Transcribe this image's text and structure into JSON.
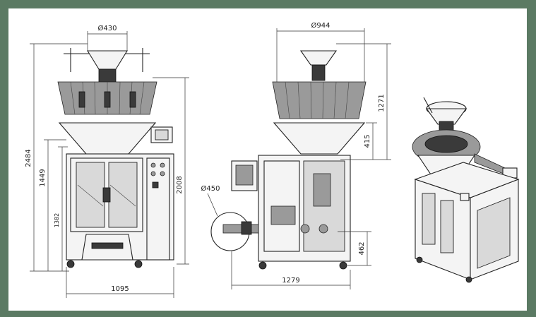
{
  "drawing": {
    "front_view": {
      "dims": {
        "top_diameter": "Ø430",
        "total_height": "2484",
        "mid_height": "1449",
        "lower_height": "1382",
        "frame_height": "2008",
        "width": "1095"
      }
    },
    "side_view": {
      "dims": {
        "top_diameter": "Ø944",
        "upper_height": "1271",
        "hopper_height": "415",
        "film_diameter": "Ø450",
        "outlet_height": "462",
        "depth": "1279"
      }
    },
    "iso_view": {}
  }
}
